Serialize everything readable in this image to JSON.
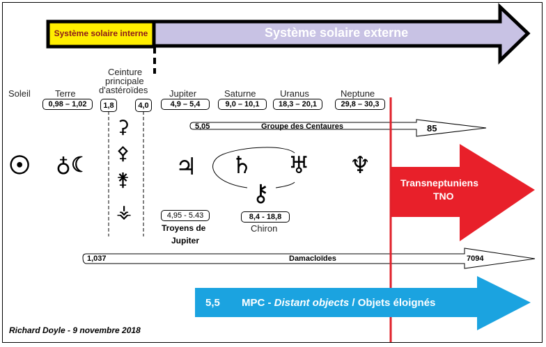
{
  "colors": {
    "inner_box": "#ffee00",
    "inner_text": "#8b1a1a",
    "outer_arrow": "#c8c2e4",
    "outer_text": "#ffffff",
    "tno_arrow": "#e8202a",
    "mpc_arrow": "#1ba3e0",
    "neptune_line": "#e0202a"
  },
  "header": {
    "inner_label": "Système solaire interne",
    "outer_label": "Système solaire externe"
  },
  "bodies": [
    {
      "name": "Soleil",
      "symbol": "sun-icon",
      "glyph": "☉",
      "range": ""
    },
    {
      "name": "Terre",
      "symbol": "earth-moon-icon",
      "glyph": "♁☾",
      "range": "0,98 – 1,02"
    },
    {
      "name": "Jupiter",
      "symbol": "jupiter-icon",
      "glyph": "♃",
      "range": "4,9 – 5,4"
    },
    {
      "name": "Saturne",
      "symbol": "saturn-icon",
      "glyph": "♄",
      "range": "9,0 – 10,1"
    },
    {
      "name": "Uranus",
      "symbol": "uranus-icon",
      "glyph": "♅",
      "range": "18,3 – 20,1"
    },
    {
      "name": "Neptune",
      "symbol": "neptune-icon",
      "glyph": "♆",
      "range": "29,8 – 30,3"
    }
  ],
  "asteroid_belt": {
    "title_lines": [
      "Ceinture",
      "principale",
      "d'astéroïdes"
    ],
    "inner": "1,8",
    "outer": "4,0",
    "symbols": [
      {
        "name": "ceres-icon",
        "glyph": "⚳"
      },
      {
        "name": "pallas-icon",
        "glyph": "⚴"
      },
      {
        "name": "juno-icon",
        "glyph": "⚵"
      },
      {
        "name": "vesta-icon",
        "glyph": "⚶"
      }
    ]
  },
  "centaurs": {
    "start": "5,05",
    "label": "Groupe des Centaures",
    "end": "85"
  },
  "trojans": {
    "range": "4,95 - 5.43",
    "label_lines": [
      "Troyens de",
      "Jupiter"
    ]
  },
  "chiron": {
    "range": "8,4 - 18,8",
    "label": "Chiron",
    "glyph": "⚷"
  },
  "tno": {
    "label_lines": [
      "Transneptuniens",
      "TNO"
    ]
  },
  "damocloids": {
    "start": "1,037",
    "label": "Damacloïdes",
    "end": "7094"
  },
  "mpc": {
    "start": "5,5",
    "label_prefix": "MPC - ",
    "label_italic": "Distant objects",
    "label_suffix": " / Objets éloignés"
  },
  "credit": "Richard Doyle - 9 novembre 2018"
}
